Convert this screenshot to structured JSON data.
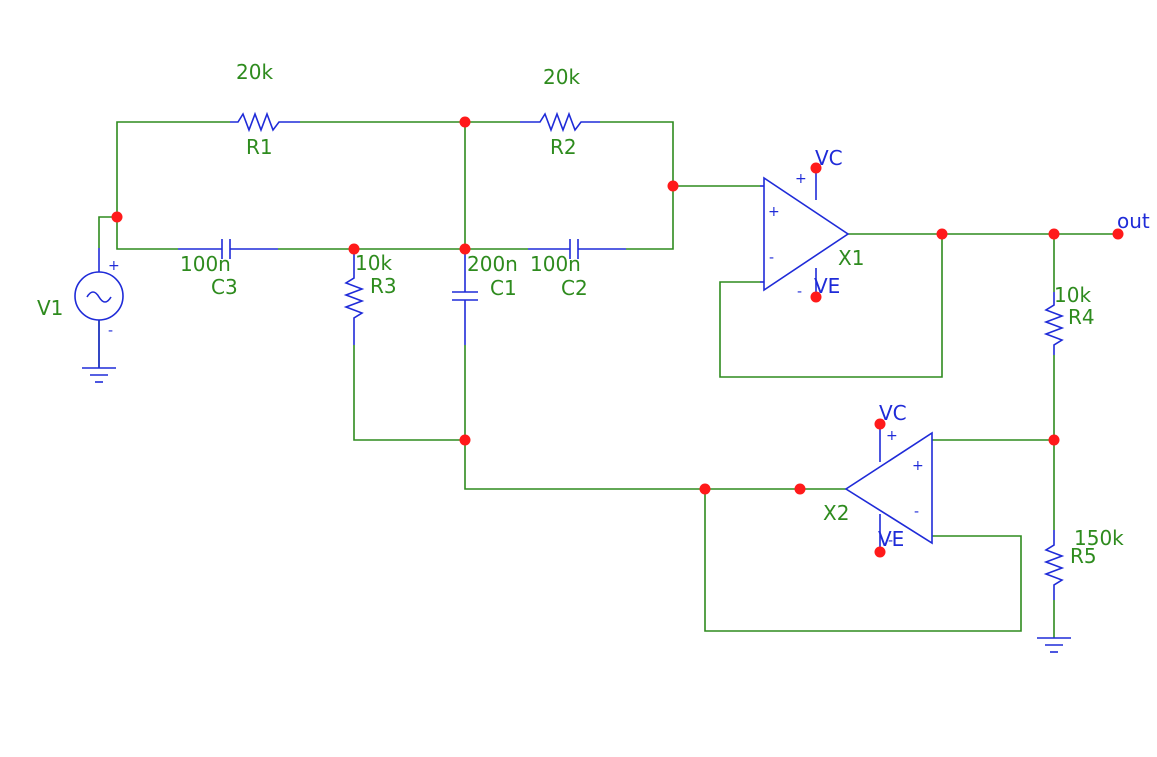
{
  "components": {
    "R1": {
      "name": "R1",
      "value": "20k"
    },
    "R2": {
      "name": "R2",
      "value": "20k"
    },
    "R3": {
      "name": "R3",
      "value": "10k"
    },
    "R4": {
      "name": "R4",
      "value": "10k"
    },
    "R5": {
      "name": "R5",
      "value": "150k"
    },
    "C1": {
      "name": "C1",
      "value": "200n"
    },
    "C2": {
      "name": "C2",
      "value": "100n"
    },
    "C3": {
      "name": "C3",
      "value": "100n"
    },
    "V1": {
      "name": "V1"
    },
    "X1": {
      "name": "X1"
    },
    "X2": {
      "name": "X2"
    }
  },
  "nets": {
    "vc1": "VC",
    "ve1": "VE",
    "vc2": "VC",
    "ve2": "VE",
    "out": "out"
  },
  "colors": {
    "wire": "#2e8b1e",
    "component": "#1f2bd8",
    "node": "#ff1a1a",
    "label": "#2e8b1e",
    "net_label": "#1f2bd8"
  }
}
